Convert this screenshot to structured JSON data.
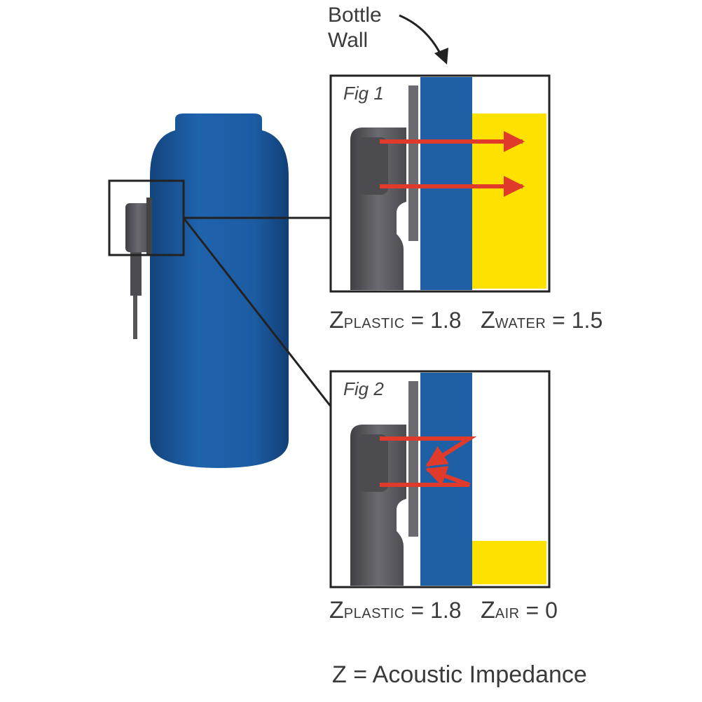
{
  "callout": {
    "line1": "Bottle",
    "line2": "Wall"
  },
  "fig1": {
    "tag": "Fig 1",
    "left_z": {
      "main": "Z",
      "sub": "PLASTIC",
      "value": " = 1.8"
    },
    "right_z": {
      "main": "Z",
      "sub": "WATER",
      "value": " = 1.5"
    }
  },
  "fig2": {
    "tag": "Fig 2",
    "left_z": {
      "main": "Z",
      "sub": "PLASTIC",
      "value": " = 1.8"
    },
    "right_z": {
      "main": "Z",
      "sub": "AIR",
      "value": " = 0"
    }
  },
  "legend": "Z = Acoustic Impedance",
  "colors": {
    "bottle": "#1e5fa6",
    "sensor": "#5a5a5f",
    "liquid": "#ffe100",
    "arrow": "#e03a2a",
    "outline": "#222222"
  },
  "icons": [
    "bottle",
    "ultrasonic-sensor",
    "arrow"
  ]
}
